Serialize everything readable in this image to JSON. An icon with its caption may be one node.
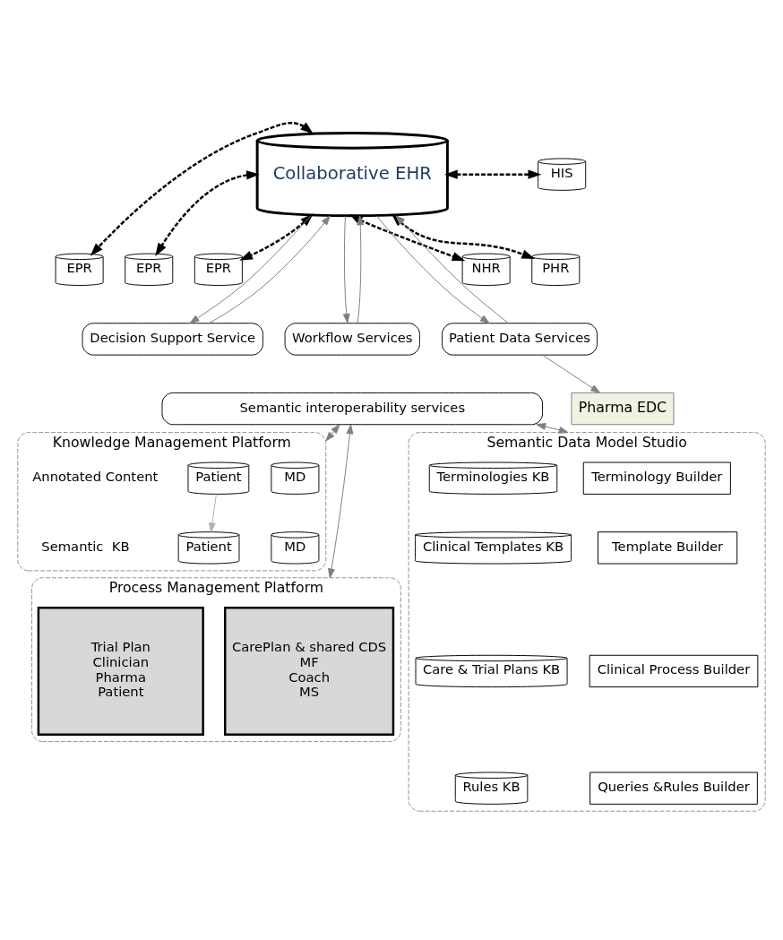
{
  "diagram": {
    "nodes": [
      {
        "text": [
          "Collaborative EHR"
        ]
      },
      {
        "text": [
          "EPR"
        ]
      },
      {
        "text": [
          "EPR"
        ]
      },
      {
        "text": [
          "EPR"
        ]
      },
      {
        "text": [
          "NHR"
        ]
      },
      {
        "text": [
          "PHR"
        ]
      },
      {
        "text": [
          "HIS"
        ]
      },
      {
        "text": [
          "Pharma EDC"
        ]
      },
      {
        "text": [
          "Decision Support Service"
        ]
      },
      {
        "text": [
          "Workflow Services"
        ]
      },
      {
        "text": [
          "Patient Data Services"
        ]
      },
      {
        "text": [
          "Semantic interoperability services"
        ]
      },
      {
        "text": [
          "Knowledge Management Platform"
        ]
      },
      {
        "text": [
          "MD"
        ],
        "in": 12
      },
      {
        "text": [
          "Patient"
        ],
        "in": 12
      },
      {
        "text": [
          "MD"
        ],
        "in": 12
      },
      {
        "text": [
          "Patient"
        ],
        "in": 12
      },
      {
        "text": [
          "Semantic Data Model Studio"
        ]
      },
      {
        "text": [
          "Terminology Builder"
        ],
        "in": 17
      },
      {
        "text": [
          "Template Builder"
        ],
        "in": 17
      },
      {
        "text": [
          "Clinical Process Builder"
        ],
        "in": 17
      },
      {
        "text": [
          "Queries &Rules Builder"
        ],
        "in": 17
      },
      {
        "text": [
          "Terminologies KB"
        ],
        "in": 17
      },
      {
        "text": [
          "Clinical Templates KB"
        ],
        "in": 17
      },
      {
        "text": [
          "Care & Trial Plans KB"
        ],
        "in": 17
      },
      {
        "text": [
          "Rules KB"
        ],
        "in": 17
      },
      {
        "text": [
          "Process Management Platform"
        ]
      },
      {
        "text": [
          "CarePlan & shared CDS",
          "MF",
          "Coach",
          "MS"
        ],
        "in": 26
      },
      {
        "text": [
          "Trial Plan",
          "Clinician",
          "Pharma",
          "Patient"
        ],
        "in": 26
      }
    ],
    "edges": [
      {
        "from": 0,
        "to": 1,
        "arrow": "both",
        "style": "dashed",
        "color": "#000000"
      },
      {
        "from": 0,
        "to": 2,
        "arrow": "both",
        "style": "dashed",
        "color": "#000000"
      },
      {
        "from": 0,
        "to": 3,
        "arrow": "both",
        "style": "dashed",
        "color": "#000000"
      },
      {
        "from": 0,
        "to": 4,
        "arrow": "both",
        "style": "dashed",
        "color": "#000000"
      },
      {
        "from": 0,
        "to": 5,
        "arrow": "both",
        "style": "dashed",
        "color": "#000000"
      },
      {
        "from": 0,
        "to": 6,
        "arrow": "both",
        "style": "dashed",
        "color": "#000000"
      },
      {
        "from": 8,
        "to": 0,
        "arrow": "to"
      },
      {
        "from": 0,
        "to": 8,
        "arrow": "to"
      },
      {
        "from": 9,
        "to": 0,
        "arrow": "to"
      },
      {
        "from": 0,
        "to": 9,
        "arrow": "to"
      },
      {
        "from": 10,
        "to": 0,
        "arrow": "to"
      },
      {
        "from": 0,
        "to": 10,
        "arrow": "to"
      },
      {
        "from": 10,
        "to": 7,
        "arrow": "to"
      },
      {
        "from": 11,
        "to": 17,
        "arrow": "both"
      },
      {
        "from": 11,
        "to": 26,
        "arrow": "both"
      },
      {
        "from": 11,
        "to": 12,
        "arrow": "both"
      },
      {
        "from": 14,
        "to": 16,
        "arrow": "to",
        "color": "#b0b0b0"
      }
    ],
    "labels": [
      "Annotated Content",
      "Semantic  KB"
    ]
  }
}
